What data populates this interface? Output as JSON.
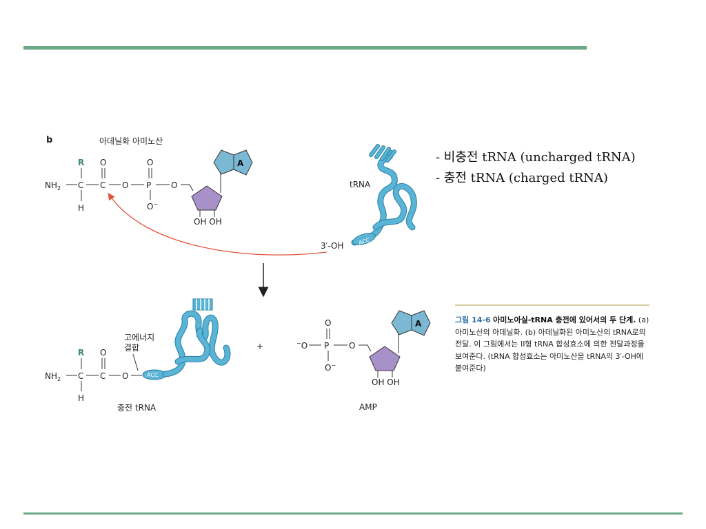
{
  "figure": {
    "panel_label": "b",
    "top_compound_label": "아데닐화 아미노산",
    "trna_label": "tRNA",
    "three_prime_oh": "3′-OH",
    "acc": "ACC",
    "nh2": "NH",
    "nh2_sub": "2",
    "r_group": "R",
    "c_atom": "C",
    "h_atom": "H",
    "o_atom": "O",
    "o_minus": "O",
    "minus": "−",
    "p_atom": "P",
    "adenine": "A",
    "oh_oh": "OH OH",
    "high_energy_line1": "고에너지",
    "high_energy_line2": "결합",
    "charged_trna_label": "충전 tRNA",
    "plus": "+",
    "amp_label": "AMP"
  },
  "bullets": [
    "- 비충전 tRNA (uncharged tRNA)",
    "- 충전 tRNA (charged tRNA)"
  ],
  "caption": {
    "label": "그림 14-6",
    "title": "아미노아실-tRNA 충전에 있어서의 두 단계.",
    "body": "(a) 아미노산의 아데닐화. (b) 아데닐화된 아미노산의 tRNA로의 전달. 이 그림에서는 II형 tRNA 합성효소에 의한 전달과정을 보여준다. (tRNA 합성효소는 아미노산을 tRNA의 3′-OH에 붙여준다)"
  },
  "colors": {
    "rule": "#6aa886",
    "trna": "#5ab4d6",
    "ribose": "#a890c8",
    "adenine": "#7ab8d4",
    "arrow": "#e2553a",
    "r_group": "#3d8a6e",
    "caption_label": "#2a6fa8"
  }
}
